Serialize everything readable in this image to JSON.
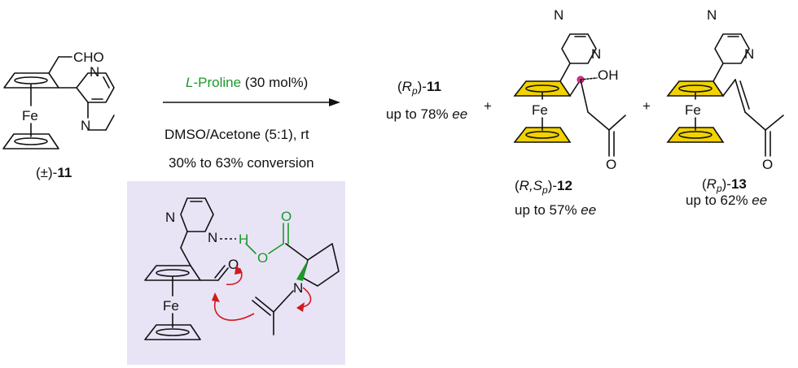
{
  "colors": {
    "catalyst_green": "#1a9a2a",
    "arrow_red": "#d11a1a",
    "cp_fill_yellow": "#f2d200",
    "stereocenter_pink": "#e8308a",
    "box_lavender": "#e9e3f6"
  },
  "reactant": {
    "label_prefix": "(±)-",
    "label_number": "11",
    "atoms": {
      "cho": "CHO",
      "n1": "N",
      "n2": "N",
      "fe": "Fe"
    }
  },
  "conditions": {
    "catalyst_italic": "L",
    "catalyst_name": "-Proline",
    "catalyst_loading": " (30 mol%)",
    "solvent": "DMSO/Acetone (5:1), rt",
    "conversion": "30% to 63% conversion"
  },
  "product1": {
    "label_open": "(",
    "label_r": "R",
    "label_sub": "p",
    "label_close": ")-",
    "label_number": "11",
    "ee_text": "up to 78% ",
    "ee_italic": "ee"
  },
  "plus": [
    "+",
    "+"
  ],
  "product2": {
    "label_open": "(",
    "label_r": "R,S",
    "label_sub": "p",
    "label_close": ")-",
    "label_number": "12",
    "ee_text": "up to 57% ",
    "ee_italic": "ee",
    "atoms": {
      "n1": "N",
      "n2": "N",
      "fe": "Fe",
      "oh": "OH",
      "o": "O"
    }
  },
  "product3": {
    "label_open": "(",
    "label_r": "R",
    "label_sub": "p",
    "label_close": ")-",
    "label_number": "13",
    "ee_text": "up to 62% ",
    "ee_italic": "ee",
    "atoms": {
      "n1": "N",
      "n2": "N",
      "fe": "Fe",
      "o": "O"
    }
  },
  "transition_state": {
    "atoms": {
      "n_pym": "N",
      "n_pym2": "N",
      "h": "H",
      "o_ald": "O",
      "o_acid1": "O",
      "o_acid2": "O",
      "n_pro": "N",
      "fe": "Fe"
    }
  }
}
